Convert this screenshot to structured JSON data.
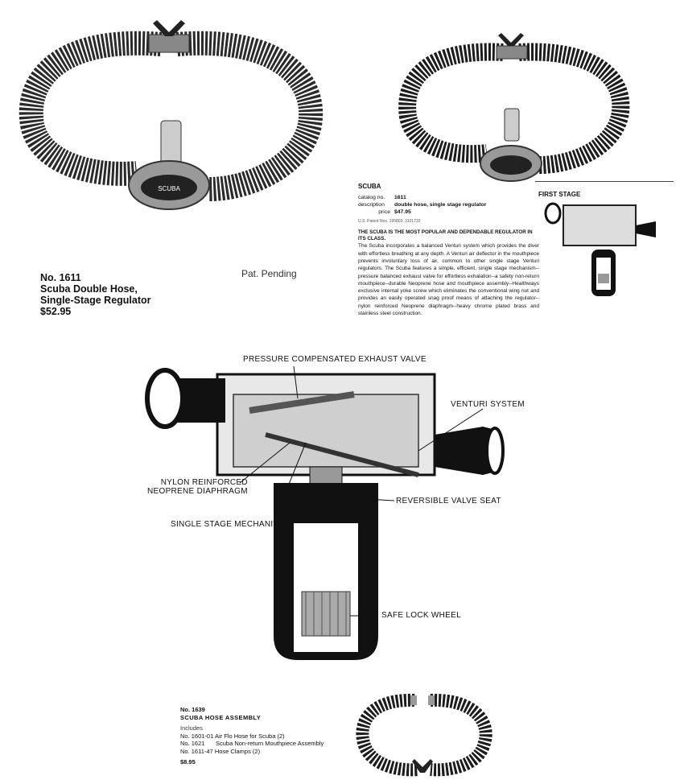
{
  "product_1611": {
    "number": "No. 1611",
    "name_line1": "Scuba Double Hose,",
    "name_line2": "Single-Stage Regulator",
    "price": "$52.95",
    "pat": "Pat. Pending"
  },
  "catalog_entry": {
    "title": "SCUBA",
    "catalog_label": "catalog no.",
    "catalog_value": "1611",
    "description_label": "description",
    "description_value": "double hose, single stage regulator",
    "price_label": "price",
    "price_value": "$47.95",
    "patent": "U.S. Patent Nos. 195803, 3101732",
    "headline": "THE SCUBA IS THE MOST POPULAR AND DEPENDABLE REGULATOR IN ITS CLASS.",
    "body": "The Scuba incorporates a balanced Venturi system which provides the diver with effortless breathing at any depth. A Venturi air deflector in the mouthpiece prevents involuntary loss of air, common to other single stage Venturi regulators. The Scuba features a simple, efficient, single stage mechanism--pressure balanced exhaust valve for effortless exhalation--a safety non-return mouthpiece--durable Neoprene hose and mouthpiece assembly--Healthways exclusive internal yoke screw which eliminates the conventional wing nut and provides an easily operated snag proof means of attaching the regulator--nylon reinforced Neoprene diaphragm--heavy chrome plated brass and stainless steel construction."
  },
  "first_stage": {
    "title": "FIRST STAGE"
  },
  "diagram": {
    "labels": {
      "exhaust": "PRESSURE COMPENSATED EXHAUST VALVE",
      "venturi": "VENTURI SYSTEM",
      "diaphragm_1": "NYLON REINFORCED",
      "diaphragm_2": "NEOPRENE DIAPHRAGM",
      "valve_seat": "REVERSIBLE VALVE SEAT",
      "mechanism": "SINGLE STAGE MECHANISM",
      "lock_wheel": "SAFE LOCK WHEEL"
    }
  },
  "product_1639": {
    "number": "No. 1639",
    "name": "SCUBA HOSE ASSEMBLY",
    "includes": "Includes",
    "items": [
      {
        "no": "No. 1601-01",
        "desc": "Air Flo Hose for Scuba (2)"
      },
      {
        "no": "No. 1621",
        "desc": "Scuba Non-return Mouthpiece Assembly"
      },
      {
        "no": "No. 1611-47",
        "desc": "Hose Clamps (2)"
      }
    ],
    "price": "$8.95"
  },
  "regulator_brand": "SCUBA"
}
